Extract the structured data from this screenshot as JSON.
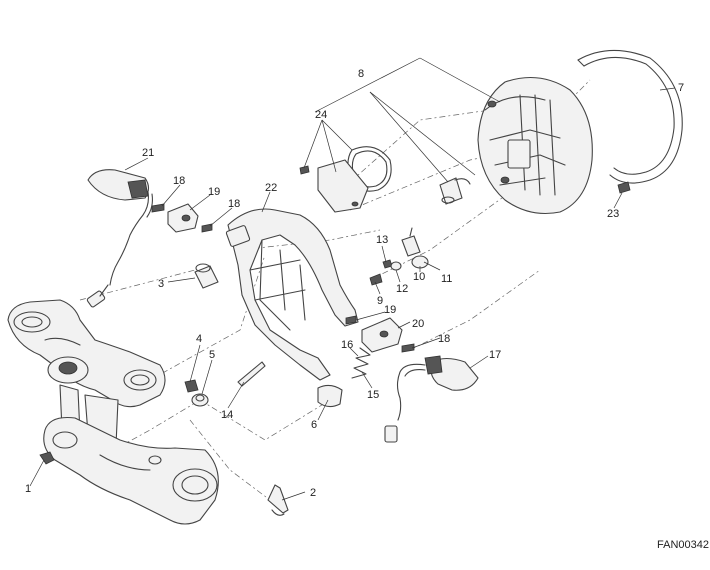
{
  "diagram": {
    "drawing_code": "FAN00342",
    "callouts": [
      "1",
      "2",
      "3",
      "4",
      "5",
      "6",
      "7",
      "8",
      "9",
      "10",
      "11",
      "12",
      "13",
      "14",
      "15",
      "16",
      "17",
      "18",
      "18",
      "18",
      "19",
      "19",
      "20",
      "21",
      "22",
      "23",
      "24"
    ]
  }
}
